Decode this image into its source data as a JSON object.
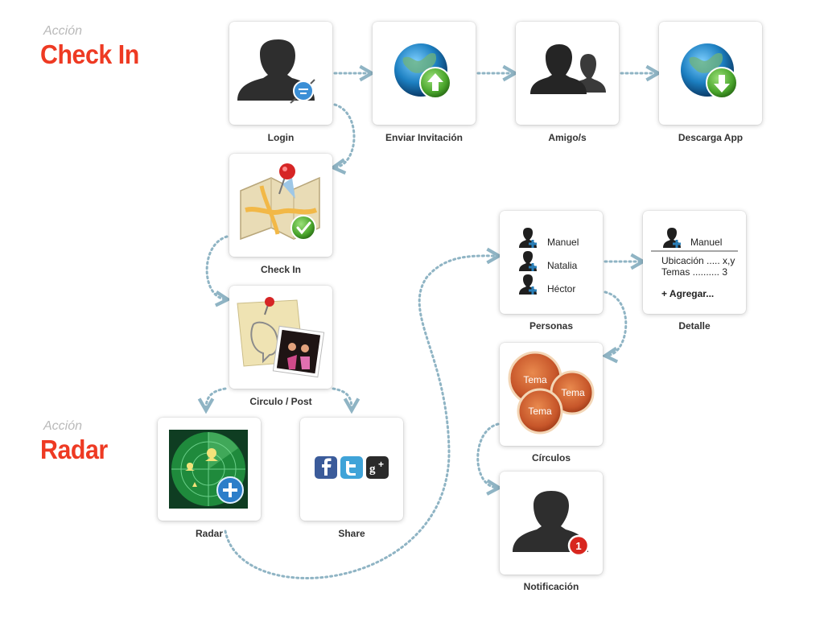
{
  "sections": {
    "checkin": {
      "kicker": "Acción",
      "title": "Check In"
    },
    "radar": {
      "kicker": "Acción",
      "title": "Radar"
    }
  },
  "nodes": {
    "login": "Login",
    "invite": "Enviar Invitación",
    "friends": "Amigo/s",
    "download": "Descarga App",
    "checkin": "Check In",
    "post": "Circulo / Post",
    "radar": "Radar",
    "share": "Share",
    "people": "Personas",
    "detail": "Detalle",
    "circles": "Círculos",
    "notification": "Notificación"
  },
  "people_card": {
    "names": [
      "Manuel",
      "Natalia",
      "Héctor"
    ]
  },
  "detail_card": {
    "name": "Manuel",
    "location": "Ubicación ..... x,y",
    "topics": "Temas .......... 3",
    "add": "+ Agregar..."
  },
  "circles_card": {
    "bubbles": [
      "Tema",
      "Tema",
      "Tema"
    ]
  },
  "notification_card": {
    "badge": "1"
  },
  "colors": {
    "title_red": "#ee3a23",
    "kicker_gray": "#b9b9b9",
    "arrow": "#8fb4c4",
    "globe_blue": "#1c7fc1",
    "arrow_green": "#4aa52c",
    "radar_green": "#1f8a3c",
    "topic_orange": "#c7562a",
    "badge_red": "#d8261f"
  }
}
